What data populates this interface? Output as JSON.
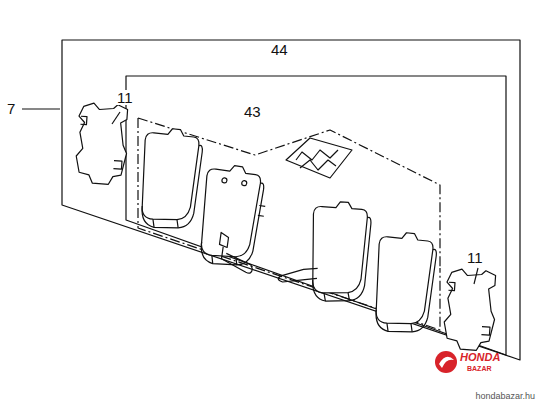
{
  "diagram": {
    "labels": [
      "7",
      "11",
      "44",
      "43",
      "11",
      "HONDA",
      "BAZAR",
      "hondabazar.hu"
    ]
  }
}
